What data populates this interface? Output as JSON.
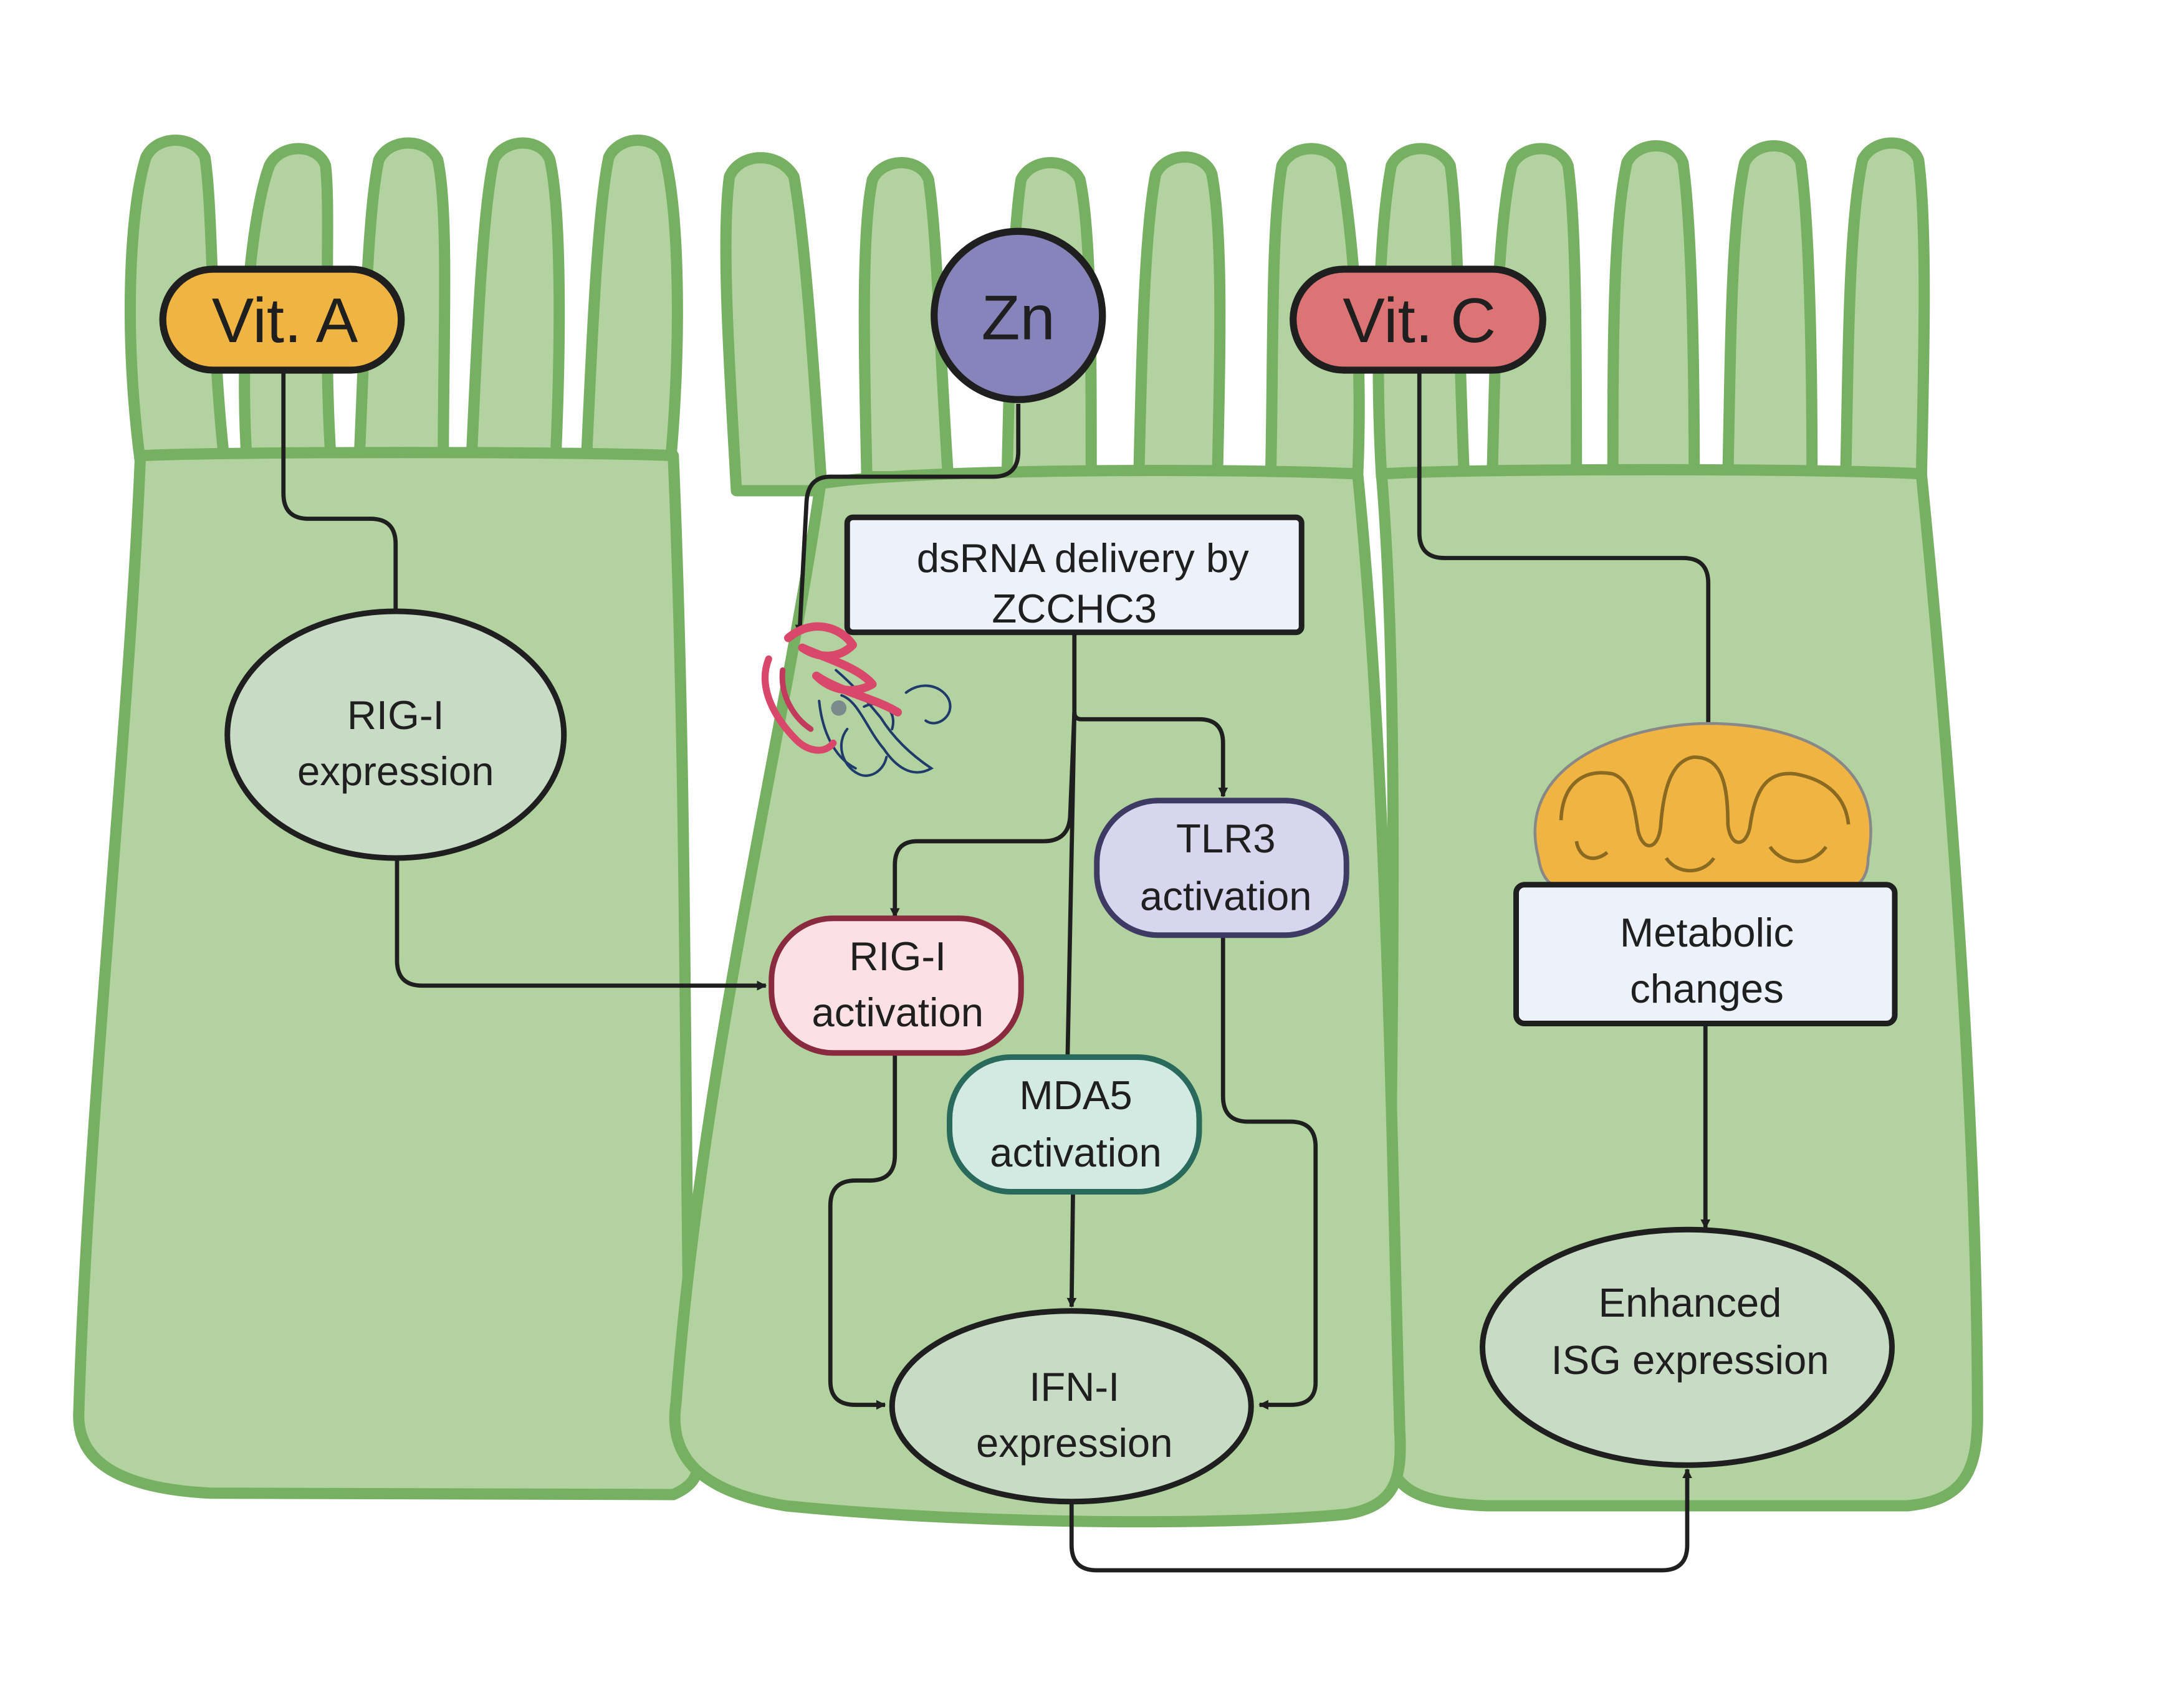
{
  "nutrients": {
    "vit_a": {
      "label": "Vit. A",
      "color": "#f0b443"
    },
    "zn": {
      "label": "Zn",
      "color": "#8783bb"
    },
    "vit_c": {
      "label": "Vit. C",
      "color": "#dc7374"
    }
  },
  "nodes": {
    "rig1_expression": {
      "line1": "RIG-I",
      "line2": "expression",
      "color": "#c8dbc4"
    },
    "dsrna_delivery": {
      "line1": "dsRNA delivery by",
      "line2": "ZCCHC3",
      "color": "#edf2fa"
    },
    "tlr3_activation": {
      "line1": "TLR3",
      "line2": "activation",
      "color": "#d8d6ef"
    },
    "rig1_activation": {
      "line1": "RIG-I",
      "line2": "activation",
      "color": "#fbe1e6"
    },
    "mda5_activation": {
      "line1": "MDA5",
      "line2": "activation",
      "color": "#d3eae3"
    },
    "ifn1_expression": {
      "line1": "IFN-I",
      "line2": "expression",
      "color": "#c8dbc4"
    },
    "metabolic_changes": {
      "line1": "Metabolic",
      "line2": "changes",
      "color": "#edf2fa"
    },
    "isg_expression": {
      "line1": "Enhanced",
      "line2": "ISG expression",
      "color": "#c8dbc4"
    }
  },
  "icons": {
    "protein": "zcchc3-protein-icon",
    "mitochondrion": "mitochondrion-icon"
  },
  "colors": {
    "cell_fill": "#b2d3a0",
    "cell_stroke": "#77b062",
    "arrow": "#1f1f1f",
    "mitochondrion": "#f0b443"
  }
}
